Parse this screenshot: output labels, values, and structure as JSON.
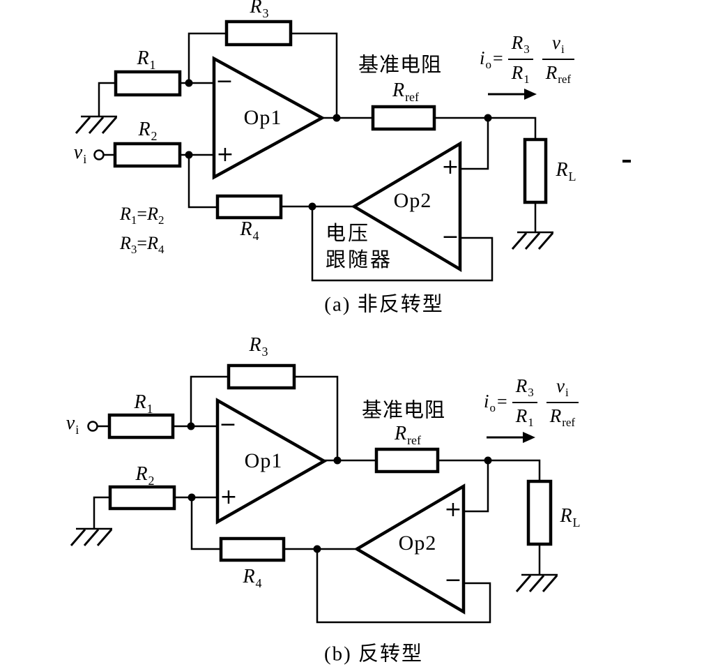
{
  "page": {
    "background": "#ffffff",
    "ink": "#000000"
  },
  "circuit_a": {
    "caption": "(a) 非反转型",
    "labels": {
      "r1": {
        "base": "R",
        "sub": "1"
      },
      "r2": {
        "base": "R",
        "sub": "2"
      },
      "r3": {
        "base": "R",
        "sub": "3"
      },
      "r4": {
        "base": "R",
        "sub": "4"
      },
      "rref": {
        "base": "R",
        "sub": "ref"
      },
      "rl": {
        "base": "R",
        "sub": "L"
      },
      "vin": {
        "base": "v",
        "sub": "i"
      },
      "op1": "Op1",
      "op2": "Op2"
    },
    "op1_inputs": {
      "inverting": "−",
      "noninverting": "+"
    },
    "op2_inputs": {
      "noninverting": "+",
      "inverting": "−"
    },
    "notes": {
      "ref_resistor": "基准电阻",
      "voltage_follower_line1": "电压",
      "voltage_follower_line2": "跟随器",
      "eq1": {
        "l_base": "R",
        "l_sub": "1",
        "eq": "=",
        "r_base": "R",
        "r_sub": "2"
      },
      "eq2": {
        "l_base": "R",
        "l_sub": "3",
        "eq": "=",
        "r_base": "R",
        "r_sub": "4"
      }
    },
    "formula": {
      "lhs_base": "i",
      "lhs_sub": "o",
      "equals": "=",
      "frac1_num": {
        "base": "R",
        "sub": "3"
      },
      "frac1_den": {
        "base": "R",
        "sub": "1"
      },
      "frac2_num": {
        "base": "v",
        "sub": "i"
      },
      "frac2_den": {
        "base": "R",
        "sub": "ref"
      }
    }
  },
  "circuit_b": {
    "caption": "(b) 反转型",
    "labels": {
      "r1": {
        "base": "R",
        "sub": "1"
      },
      "r2": {
        "base": "R",
        "sub": "2"
      },
      "r3": {
        "base": "R",
        "sub": "3"
      },
      "r4": {
        "base": "R",
        "sub": "4"
      },
      "rref": {
        "base": "R",
        "sub": "ref"
      },
      "rl": {
        "base": "R",
        "sub": "L"
      },
      "vin": {
        "base": "v",
        "sub": "i"
      },
      "op1": "Op1",
      "op2": "Op2"
    },
    "op1_inputs": {
      "inverting": "−",
      "noninverting": "+"
    },
    "op2_inputs": {
      "noninverting": "+",
      "inverting": "−"
    },
    "notes": {
      "ref_resistor": "基准电阻"
    },
    "formula": {
      "lhs_base": "i",
      "lhs_sub": "o",
      "equals": "=",
      "frac1_num": {
        "base": "R",
        "sub": "3"
      },
      "frac1_den": {
        "base": "R",
        "sub": "1"
      },
      "frac2_num": {
        "base": "v",
        "sub": "i"
      },
      "frac2_den": {
        "base": "R",
        "sub": "ref"
      }
    }
  }
}
